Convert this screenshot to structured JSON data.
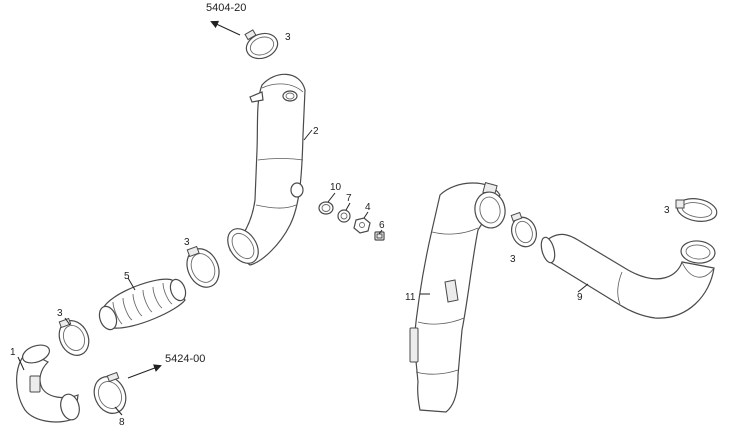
{
  "references": {
    "top": "5404-20",
    "bottom": "5424-00"
  },
  "labels": {
    "p1": "1",
    "p2": "2",
    "p3a": "3",
    "p3b": "3",
    "p3c": "3",
    "p3d": "3",
    "p3e": "3",
    "p4": "4",
    "p5": "5",
    "p6": "6",
    "p7": "7",
    "p8": "8",
    "p9": "9",
    "p10": "10",
    "p11": "11"
  }
}
